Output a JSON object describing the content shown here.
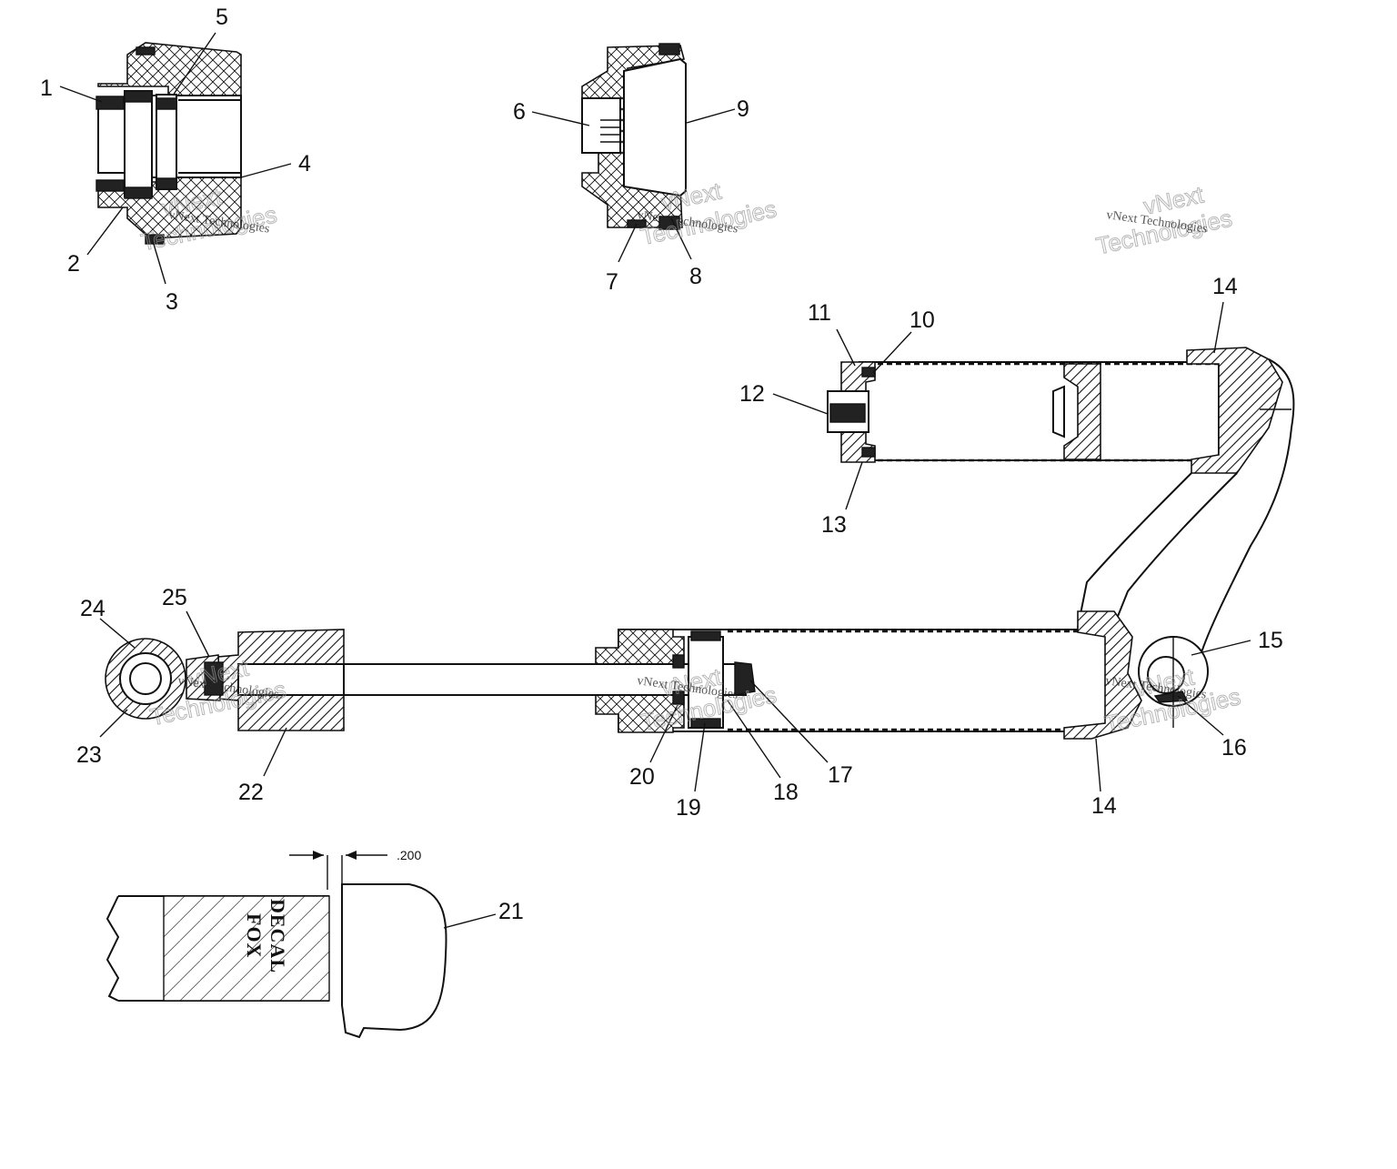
{
  "callouts": [
    "1",
    "2",
    "3",
    "4",
    "5",
    "6",
    "7",
    "8",
    "9",
    "10",
    "11",
    "12",
    "13",
    "14",
    "14",
    "15",
    "16",
    "17",
    "18",
    "19",
    "20",
    "21",
    "22",
    "23",
    "24",
    "25"
  ],
  "dimension_label": ".200",
  "decal": {
    "line1": "FOX",
    "line2": "DECAL"
  },
  "watermark": {
    "line1": "vNext",
    "line2": "Technologies",
    "big": "vNext Technologies"
  }
}
